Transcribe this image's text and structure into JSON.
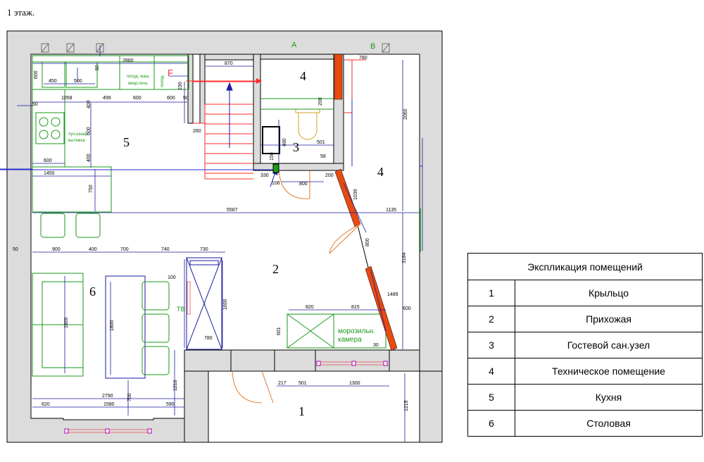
{
  "title": "1 этаж.",
  "colors": {
    "wall": "#dcdcdc",
    "furniture": "#1a9a1a",
    "stairs": "#ff2a2a",
    "dims": "#1a1aa0",
    "glass": "#e84a10",
    "door": "#e07a2a"
  },
  "axes": {
    "a": "A",
    "b": "B"
  },
  "fixtures": {
    "f": "F"
  },
  "rooms": {
    "r1": "1",
    "r2": "2",
    "r3": "3",
    "r4a": "4",
    "r4b": "4",
    "r5": "5",
    "r6": "6"
  },
  "labels": {
    "posud": "посуд. маш.",
    "mikr": "микр.печь",
    "holod": "холод.",
    "lukshkaf": "луч.шкаф",
    "vytyazhka": "вытяжка",
    "tv": "ТВ",
    "moroz1": "морозильн.",
    "moroz2": "камера"
  },
  "dims": {
    "d2860": "2860",
    "d870": "870",
    "d780": "780",
    "d600a": "600",
    "d450": "450",
    "d500": "500",
    "d50a": "50",
    "d1058": "1058",
    "d499": "499",
    "d600b": "600",
    "d600c": "600",
    "d50b": "50",
    "d230": "230",
    "d50c": "50",
    "d400a": "400",
    "d600d": "600",
    "d400b": "400",
    "d600e": "600",
    "d260": "260",
    "d200a": "200",
    "d480": "480",
    "d501a": "501",
    "d150": "150",
    "d58": "58",
    "d2060": "2060",
    "d1450": "1450",
    "d750": "750",
    "d330": "330",
    "d106": "106",
    "d800a": "800",
    "d200b": "200",
    "d1039": "1039",
    "d5587": "5587",
    "d1135": "1135",
    "d800b": "800",
    "d3184": "3184",
    "d50d": "50",
    "d900": "900",
    "d400c": "400",
    "d700a": "700",
    "d740": "740",
    "d730": "730",
    "d100": "100",
    "d1800a": "1800",
    "d1800b": "1800",
    "d1600": "1600",
    "d1489": "1489",
    "d820": "820",
    "d815": "815",
    "d601": "601",
    "d600f": "600",
    "d780b": "780",
    "d30": "30",
    "d1216": "1216",
    "d2790": "2790",
    "d700b": "700",
    "d620": "620",
    "d1580": "1580",
    "d590": "590",
    "d217": "217",
    "d501b": "501",
    "d1300": "1300",
    "d1215": "1215"
  },
  "legend": {
    "header": "Экспликация помещений",
    "rows": [
      {
        "num": "1",
        "name": "Крыльцо"
      },
      {
        "num": "2",
        "name": "Прихожая"
      },
      {
        "num": "3",
        "name": "Гостевой сан.узел"
      },
      {
        "num": "4",
        "name": "Техническое помещение"
      },
      {
        "num": "5",
        "name": "Кухня"
      },
      {
        "num": "6",
        "name": "Столовая"
      }
    ]
  }
}
